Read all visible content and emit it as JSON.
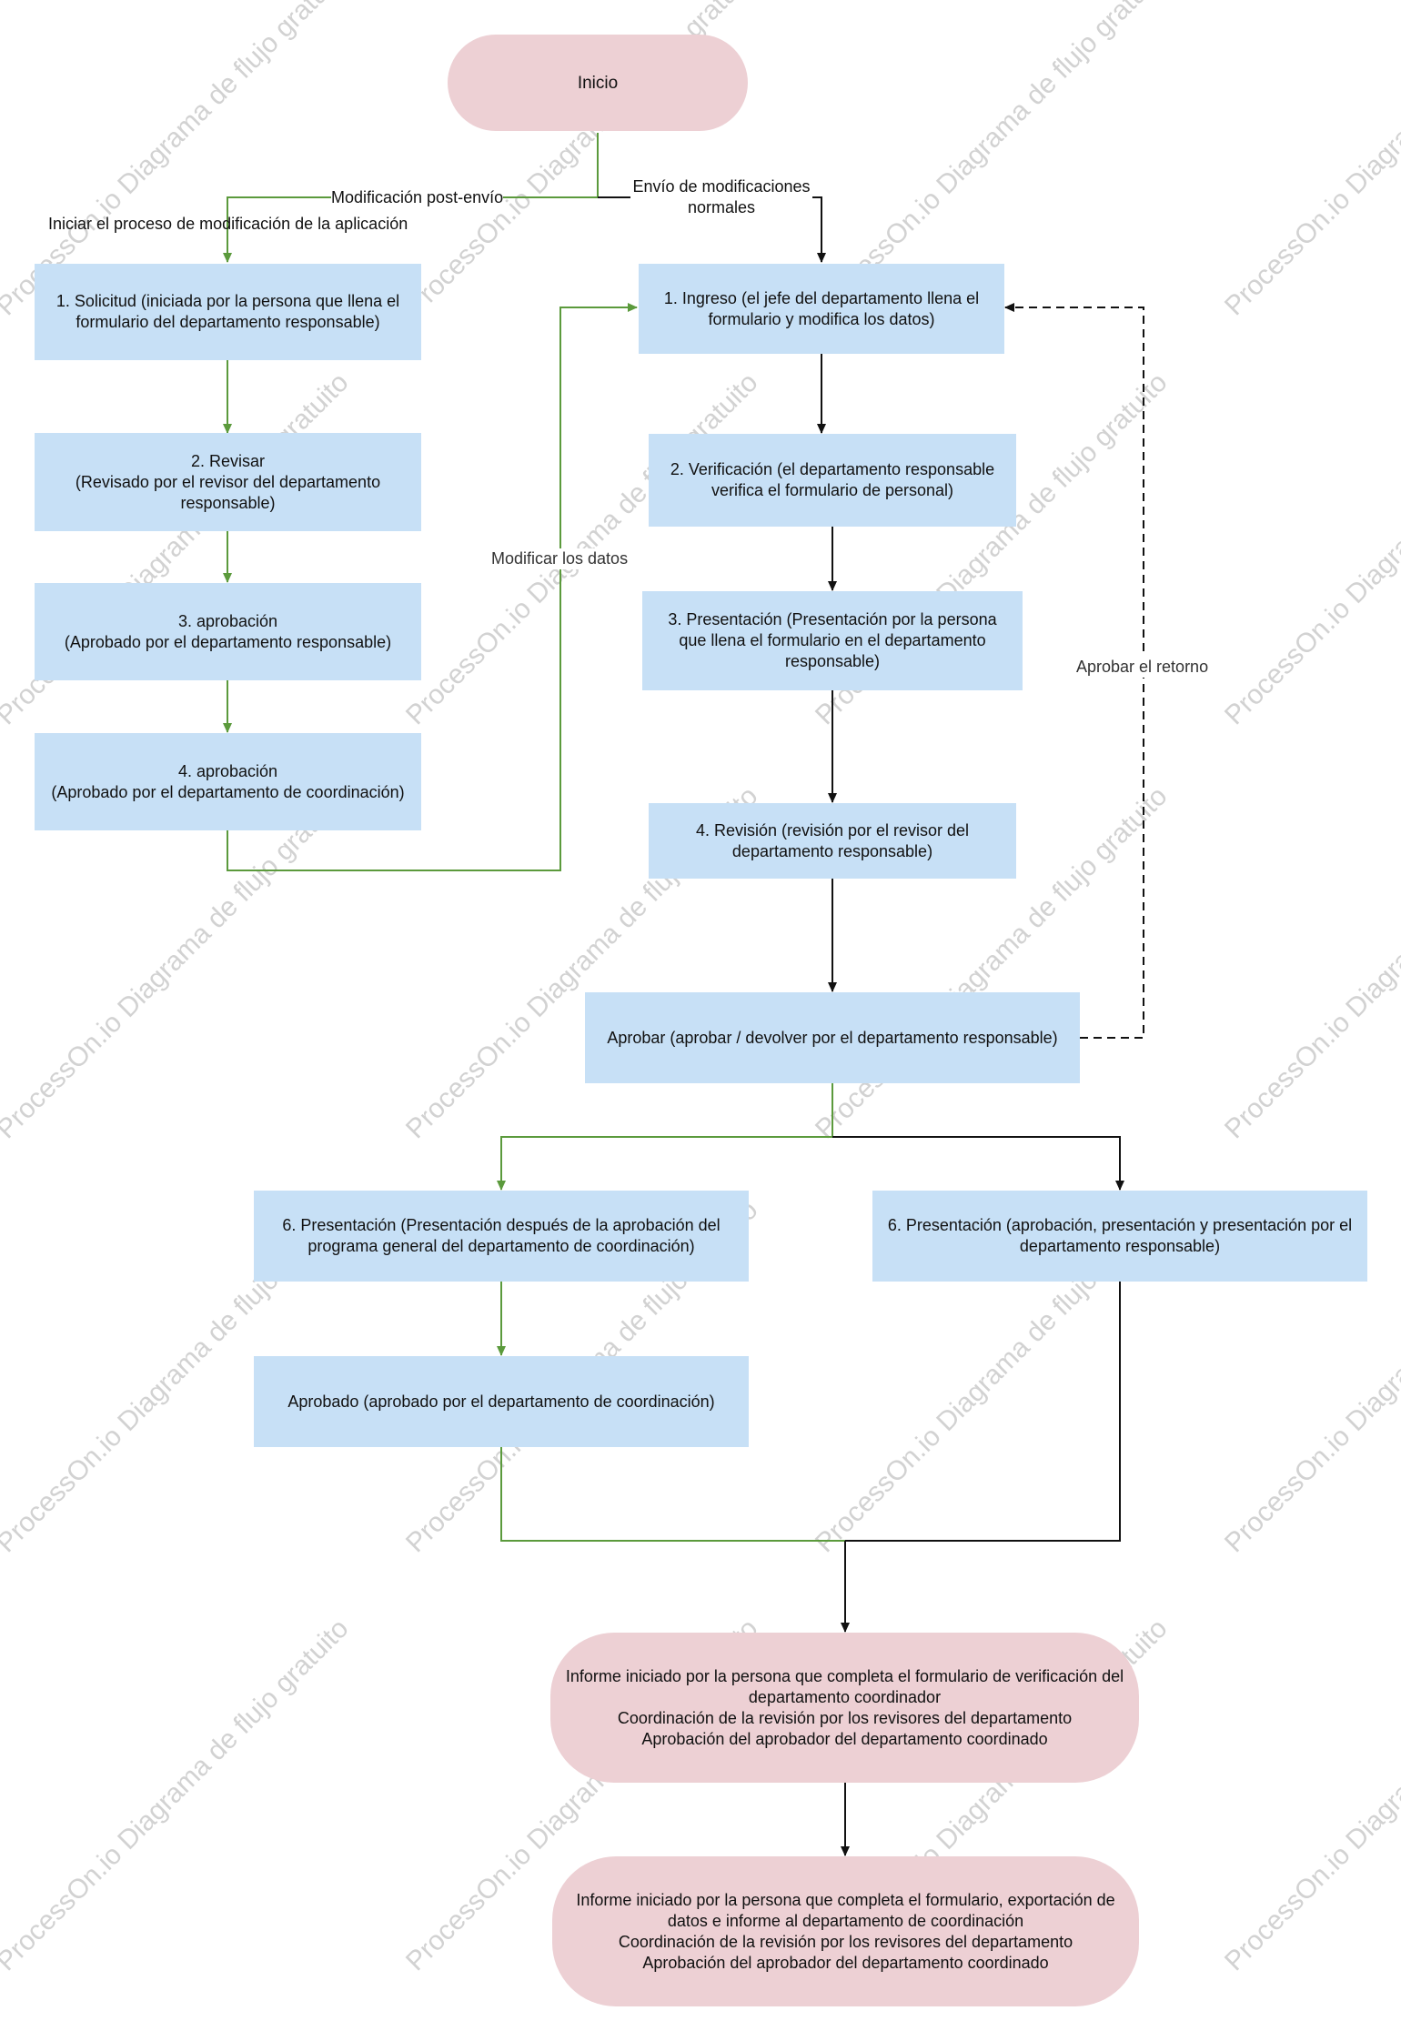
{
  "watermark": "ProcessOn.io Diagrama de flujo gratuito",
  "colors": {
    "process_fill": "#c7e0f6",
    "terminal_fill": "#edd0d4",
    "green_edge": "#5b9a3c",
    "black_edge": "#111111"
  },
  "nodes": {
    "start": "Inicio",
    "l1": "1. Solicitud (iniciada por la persona que llena el\nformulario del departamento responsable)",
    "l2": "2. Revisar\n(Revisado por el revisor del departamento\nresponsable)",
    "l3": "3. aprobación\n(Aprobado por el departamento responsable)",
    "l4": "4. aprobación\n(Aprobado por el departamento de coordinación)",
    "r1": "1. Ingreso (el jefe del departamento llena el\nformulario y modifica los datos)",
    "r2": "2. Verificación (el departamento responsable\nverifica el formulario de personal)",
    "r3": "3. Presentación (Presentación por la persona\nque llena el formulario en el departamento\nresponsable)",
    "r4": "4. Revisión (revisión por el revisor del\ndepartamento responsable)",
    "approve": "Aprobar (aprobar / devolver por el departamento responsable)",
    "p6a": "6. Presentación (Presentación después de la aprobación del\nprograma general del departamento de coordinación)",
    "p6b": "6. Presentación (aprobación, presentación y presentación por el\ndepartamento responsable)",
    "approved": "Aprobado (aprobado por el departamento de coordinación)",
    "report1": "Informe iniciado por la persona que completa el formulario de verificación del\ndepartamento coordinador\nCoordinación de la revisión por los revisores del departamento\nAprobación del aprobador del departamento coordinado",
    "report2": "Informe iniciado por la persona que completa el formulario, exportación de\ndatos e informe al departamento de coordinación\nCoordinación de la revisión por los revisores del departamento\nAprobación del aprobador del departamento coordinado"
  },
  "edge_labels": {
    "post_submit": "Modificación post-envío",
    "start_process": "Iniciar el proceso de modificación de la aplicación",
    "normal_submit": "Envío de modificaciones\nnormales",
    "modify_data": "Modificar los datos",
    "approve_return": "Aprobar el retorno"
  }
}
